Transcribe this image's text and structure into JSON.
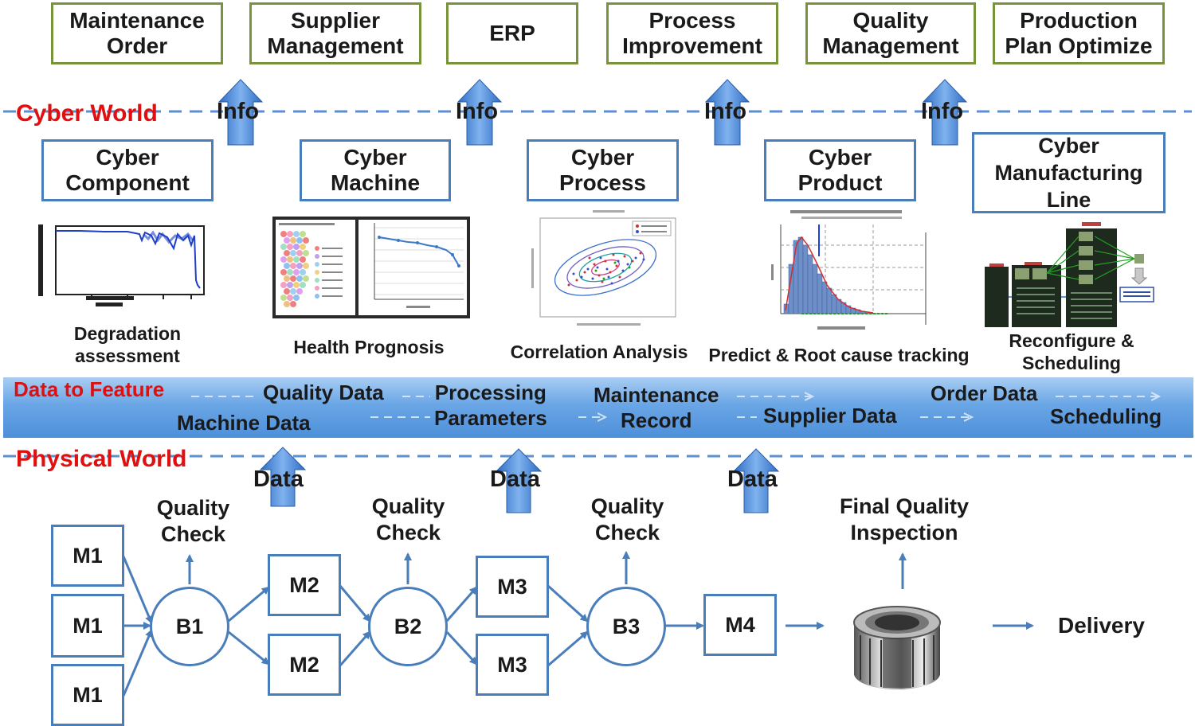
{
  "top_boxes": [
    {
      "label": "Maintenance\nOrder"
    },
    {
      "label": "Supplier\nManagement"
    },
    {
      "label": "ERP"
    },
    {
      "label": "Process\nImprovement"
    },
    {
      "label": "Quality\nManagement"
    },
    {
      "label": "Production\nPlan Optimize"
    }
  ],
  "cyber_world_label": "Cyber World",
  "info_label": "Info",
  "cyber_boxes": [
    {
      "label": "Cyber\nComponent",
      "caption": "Degradation\nassessment"
    },
    {
      "label": "Cyber\nMachine",
      "caption": "Health Prognosis"
    },
    {
      "label": "Cyber\nProcess",
      "caption": "Correlation Analysis"
    },
    {
      "label": "Cyber\nProduct",
      "caption": "Predict & Root cause tracking"
    },
    {
      "label": "Cyber\nManufacturing\nLine",
      "caption": "Reconfigure &\nScheduling"
    }
  ],
  "band": {
    "title": "Data to Feature",
    "items": {
      "quality_data": "Quality Data",
      "machine_data": "Machine Data",
      "processing_parameters": "Processing\nParameters",
      "maintenance_record": "Maintenance\nRecord",
      "supplier_data": "Supplier Data",
      "order_data": "Order Data",
      "scheduling": "Scheduling"
    }
  },
  "physical_world_label": "Physical World",
  "data_label": "Data",
  "machines": {
    "m1": "M1",
    "m2": "M2",
    "m3": "M3",
    "m4": "M4"
  },
  "buffers": {
    "b1": "B1",
    "b2": "B2",
    "b3": "B3"
  },
  "quality_check": "Quality\nCheck",
  "final_inspection": "Final Quality\nInspection",
  "delivery": "Delivery",
  "colors": {
    "green_border": "#77933c",
    "blue_border": "#4a7ebb",
    "red_label": "#e01010",
    "band": "#6aa6e6",
    "arrow_blue": "#3f7fd4"
  }
}
